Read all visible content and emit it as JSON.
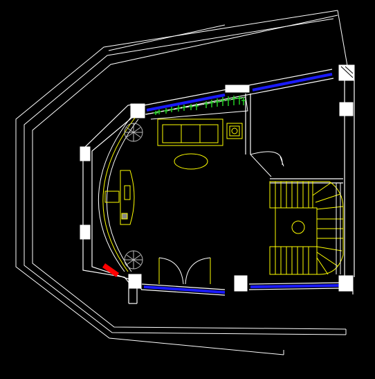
{
  "drawing": {
    "background": "#000000",
    "colors": {
      "outline": "#ffffff",
      "window_glass": "#1a1aff",
      "furniture": "#ffff00",
      "plants": "#22cc22",
      "accent_red": "#ff0000",
      "fixture_gray": "#bbbbbb"
    },
    "elements": [
      "outer-site-boundary",
      "exterior-walls",
      "window-glazing",
      "structural-columns",
      "curved-glass-wall",
      "sofa",
      "oval-coffee-table",
      "side-table",
      "desk",
      "desk-chair",
      "planter-strip",
      "decorative-plant-fixtures",
      "double-entry-door",
      "swing-door",
      "staircase",
      "red-marker"
    ]
  }
}
